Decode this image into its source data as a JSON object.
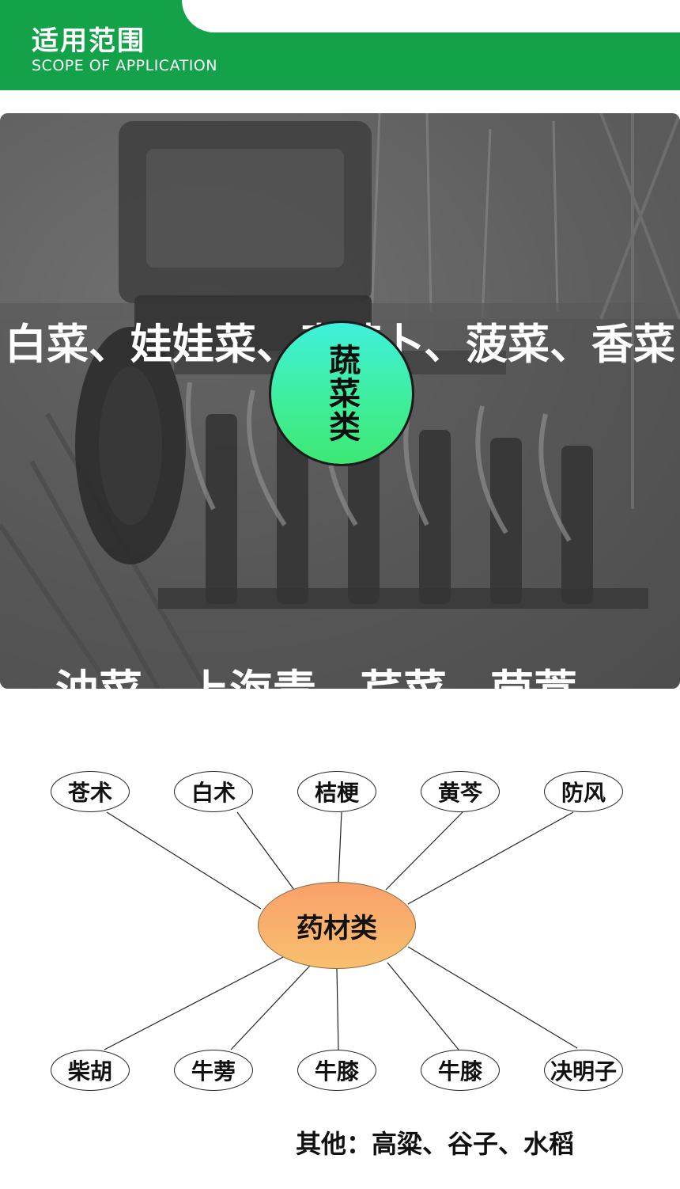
{
  "header": {
    "title": "适用范围",
    "subtitle": "SCOPE OF APPLICATION"
  },
  "vegetables": {
    "line1": "白菜、娃娃菜、青萝卜、菠菜、香菜",
    "category": "蔬菜类",
    "line2": "油菜、上海青、芹菜、茼蒿"
  },
  "herbs": {
    "category": "药材类",
    "top": [
      "苍术",
      "白术",
      "桔梗",
      "黄芩",
      "防风"
    ],
    "bottom": [
      "柴胡",
      "牛蒡",
      "牛膝",
      "牛膝",
      "决明子"
    ]
  },
  "others": "其他：高粱、谷子、水稻",
  "colors": {
    "brand_green": "#13a24a",
    "veg_circle_top": "#3ff0dc",
    "veg_circle_bottom": "#3de874",
    "herb_center_top": "#f9a06a",
    "herb_center_bottom": "#f8c06e"
  }
}
